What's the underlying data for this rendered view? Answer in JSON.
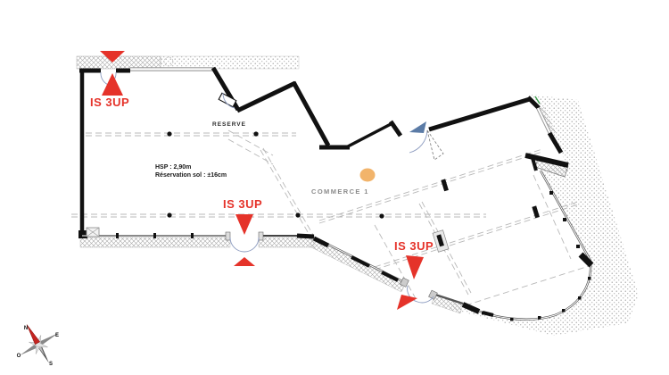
{
  "labels": {
    "is3up": "IS 3UP",
    "reserve": "RESERVE",
    "hsp_note": "HSP : 2,90m",
    "floor_note": "Réservation sol : ±16cm",
    "commerce": "COMMERCE 1"
  },
  "compass": {
    "north": "N",
    "east": "E",
    "south": "S",
    "west": "O"
  },
  "colors": {
    "marker_red": "#e5332a",
    "arrow_blue": "#5b7ba6",
    "dot_orange": "#f2b46b"
  }
}
